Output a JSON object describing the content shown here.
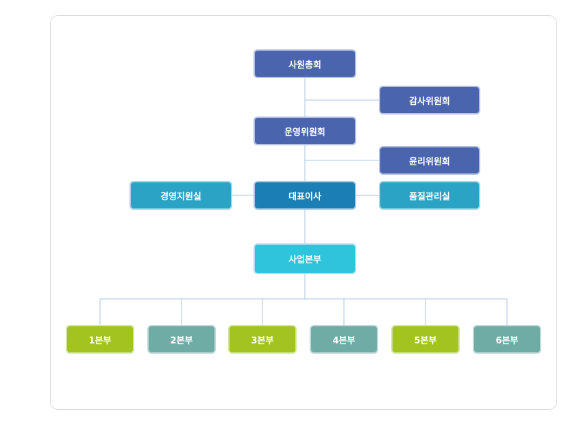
{
  "org": {
    "general_assembly": "사원총회",
    "audit_committee": "감사위원회",
    "operating_committee": "운영위원회",
    "ethics_committee": "윤리위원회",
    "management_support": "경영지원실",
    "ceo": "대표이사",
    "quality_management": "품질관리실",
    "business_division": "사업본부",
    "divisions": [
      "1본부",
      "2본부",
      "3본부",
      "4본부",
      "5본부",
      "6본부"
    ]
  },
  "colors": {
    "dark_blue": "#4a64ad",
    "mid_blue": "#1b7fb5",
    "teal": "#2aa3c4",
    "cyan": "#2ec4dc",
    "lime": "#a3c41e",
    "sage": "#70aca6",
    "connector": "#a9c3dc"
  }
}
